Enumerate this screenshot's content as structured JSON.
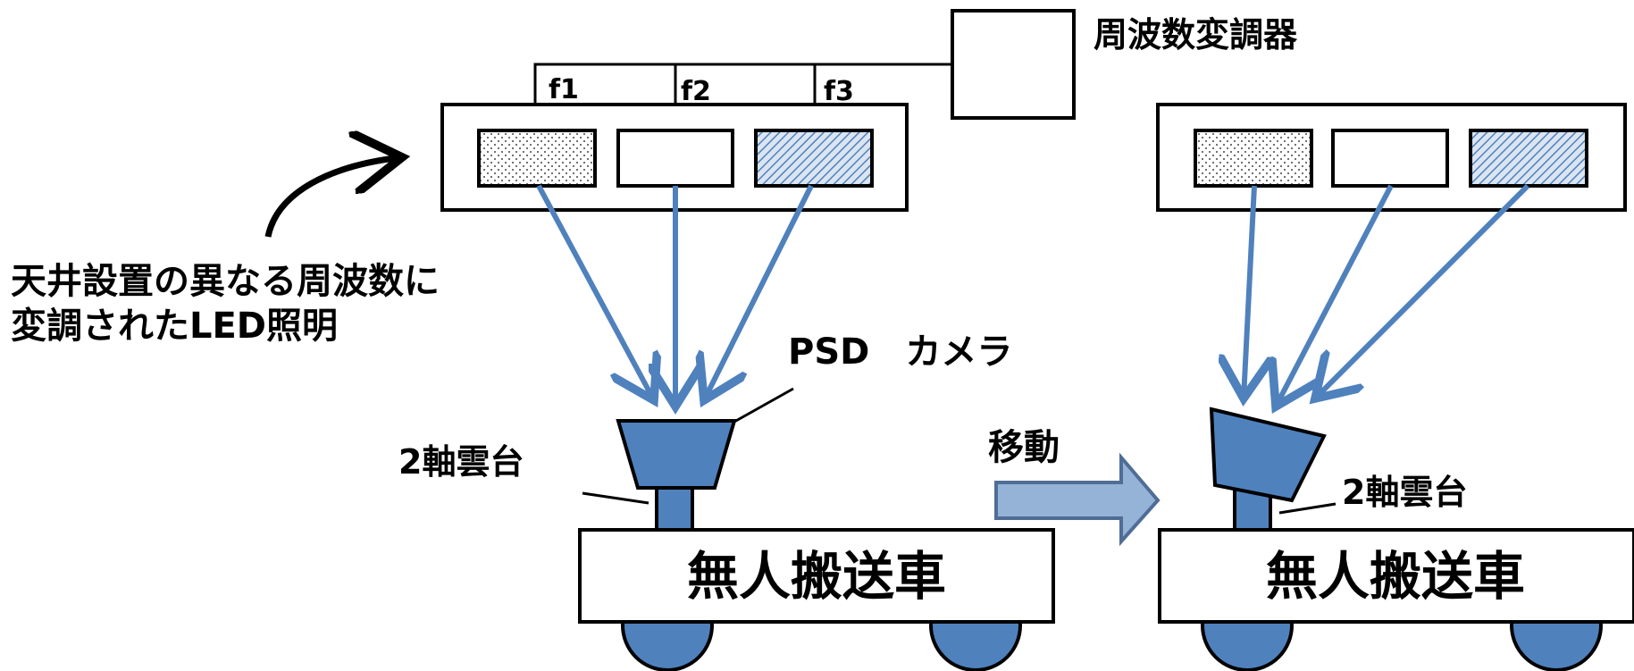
{
  "labels": {
    "modulator": "周波数変調器",
    "f1": "f1",
    "f2": "f2",
    "f3": "f3",
    "led_line1": "天井設置の異なる周波数に",
    "led_line2": "変調されたLED照明",
    "psd_camera": "PSD　カメラ",
    "pan_tilt_left": "2軸雲台",
    "pan_tilt_right": "2軸雲台",
    "move": "移動",
    "agv_left": "無人搬送車",
    "agv_right": "無人搬送車"
  },
  "colors": {
    "device_blue": "#4f81bd",
    "arrow_fill": "#95b3d7",
    "outline": "#000000"
  },
  "led_panels": [
    {
      "side": "left",
      "leds": [
        "dotted",
        "plain",
        "hatched"
      ]
    },
    {
      "side": "right",
      "leds": [
        "dotted",
        "plain",
        "hatched"
      ]
    }
  ]
}
